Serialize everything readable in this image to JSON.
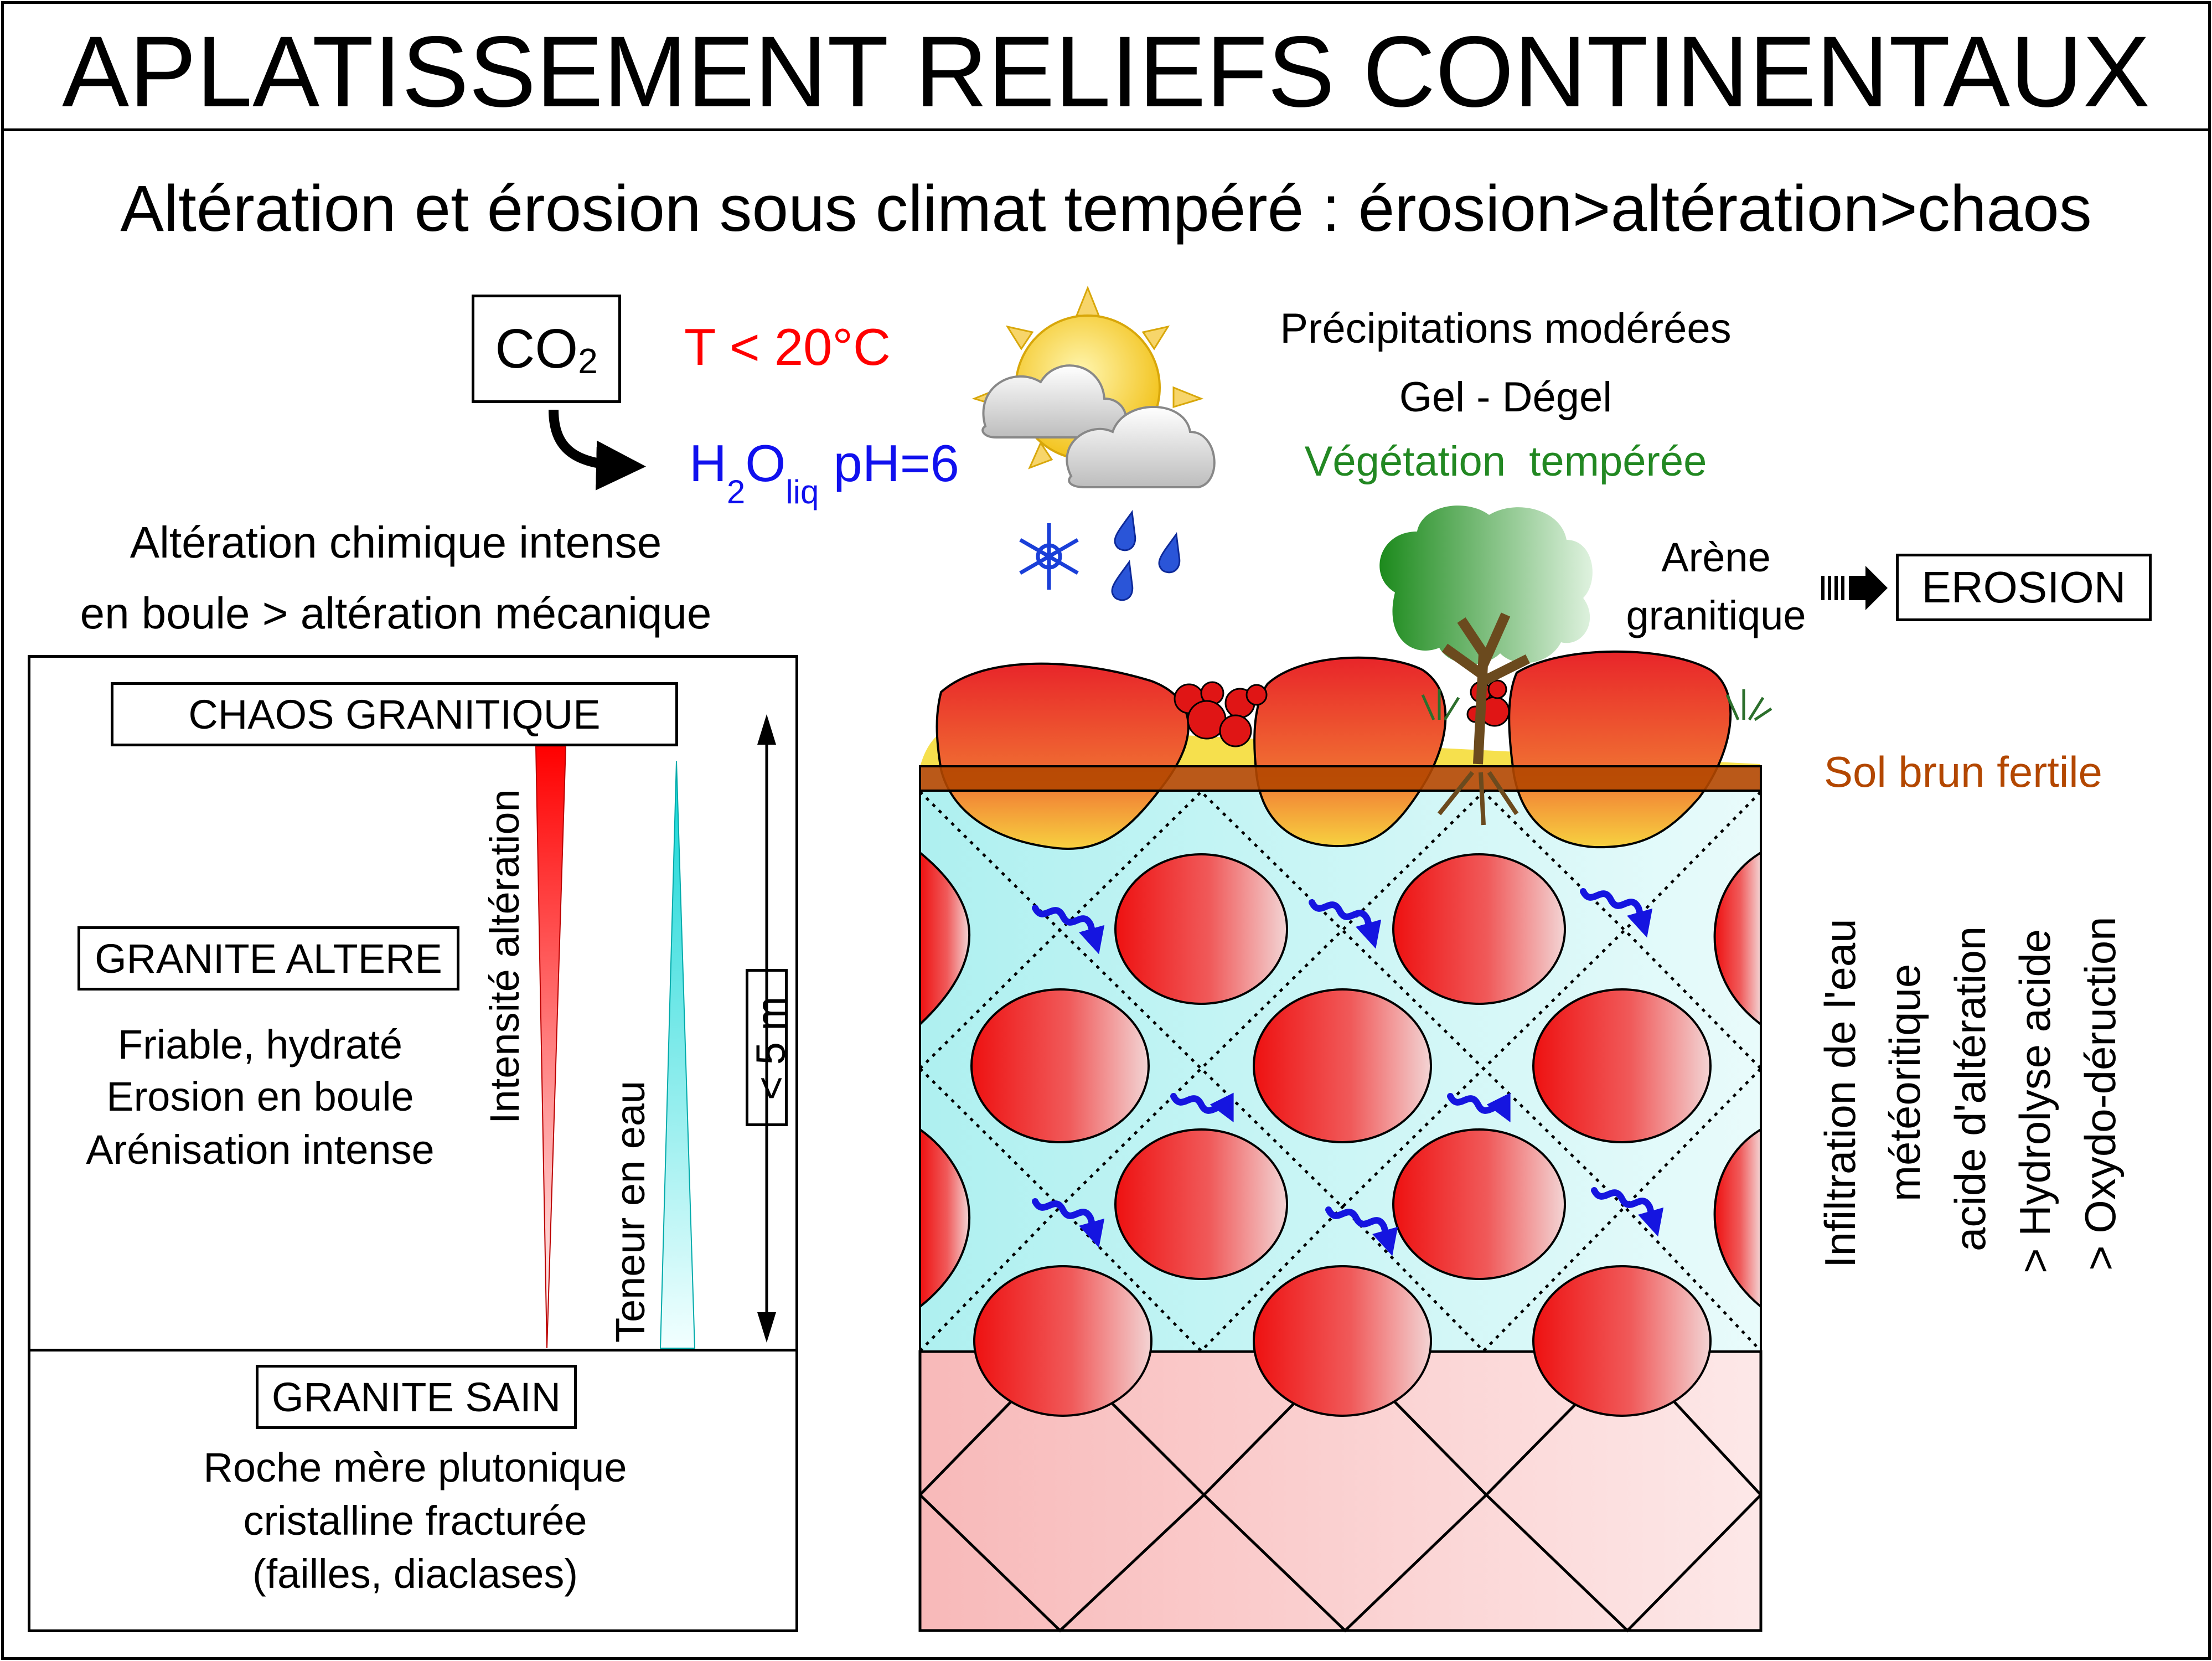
{
  "title": "APLATISSEMENT RELIEFS CONTINENTAUX",
  "subtitle": "Altération et érosion sous climat tempéré : érosion>altération>chaos",
  "climate": {
    "co2_main": "CO",
    "co2_sub": "2",
    "temperature": "T < 20°C",
    "water_h": "H",
    "water_sub1": "2",
    "water_o": "O",
    "water_sub2": "liq",
    "water_ph": " pH=6",
    "precipitation": "Précipitations modérées",
    "frost": "Gel - Dégel",
    "vegetation": "Végétation  tempérée",
    "colors": {
      "temperature": "#ff0000",
      "water": "#1010ee",
      "vegetation": "#228822",
      "soil_label": "#b34700"
    }
  },
  "weather_icons": [
    "sun-icon",
    "cloud-icon",
    "snowflake-icon",
    "raindrop-icon"
  ],
  "left_panel": {
    "intro_line1": "Altération chimique intense",
    "intro_line2": "en boule > altération mécanique",
    "chaos_label": "CHAOS GRANITIQUE",
    "altered_label": "GRANITE ALTERE",
    "altered_desc": [
      "Friable, hydraté",
      "Erosion en boule",
      "Arénisation intense"
    ],
    "intensity_label": "Intensité altération",
    "water_content_label": "Teneur en eau",
    "depth_label": "< 5 m",
    "healthy_label": "GRANITE SAIN",
    "healthy_desc": [
      "Roche mère plutonique",
      "cristalline fracturée",
      "(failles, diaclases)"
    ]
  },
  "right_panel": {
    "arene_line1": "Arène",
    "arene_line2": "granitique",
    "erosion_label": "EROSION",
    "soil_label": "Sol brun fertile",
    "infiltration": [
      "Infiltration de l'eau",
      "météoritique",
      "acide d'altération",
      "> Hydrolyse acide",
      "> Oxydo-déruction"
    ]
  }
}
